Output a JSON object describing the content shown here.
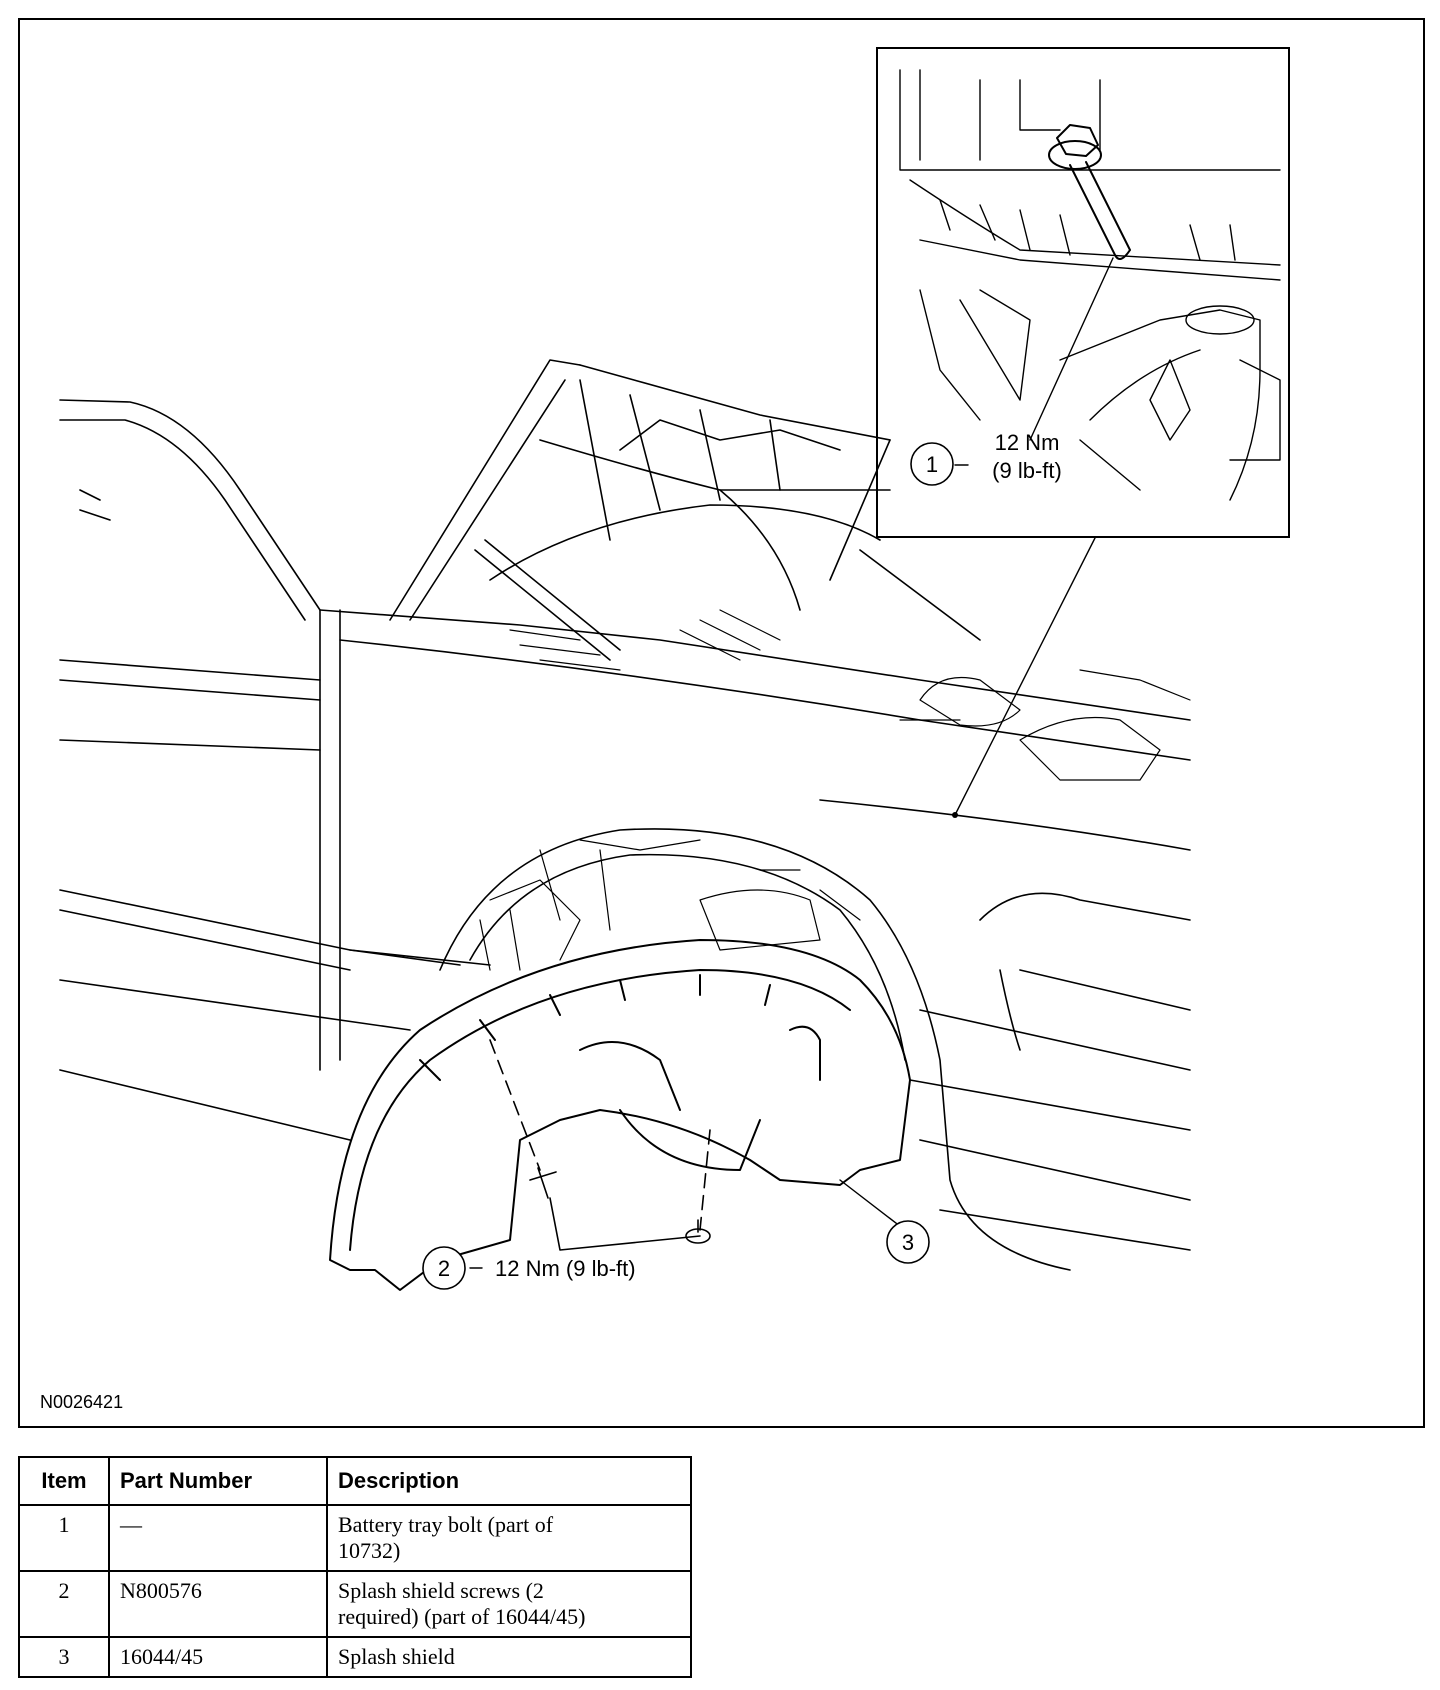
{
  "figure": {
    "id": "N0026421",
    "callouts": [
      {
        "number": "1",
        "torque_nm": "12 Nm",
        "torque_lbft": "(9 lb-ft)"
      },
      {
        "number": "2",
        "torque": "12 Nm (9 lb-ft)"
      },
      {
        "number": "3"
      }
    ]
  },
  "table": {
    "headers": [
      "Item",
      "Part Number",
      "Description"
    ],
    "rows": [
      {
        "item": "1",
        "part": "—",
        "desc_1": "Battery tray bolt (part of",
        "desc_2": "10732)"
      },
      {
        "item": "2",
        "part": "N800576",
        "desc_1": "Splash shield screws (2",
        "desc_2": "required) (part of 16044/45)"
      },
      {
        "item": "3",
        "part": "16044/45",
        "desc_1": "Splash shield",
        "desc_2": ""
      }
    ]
  }
}
